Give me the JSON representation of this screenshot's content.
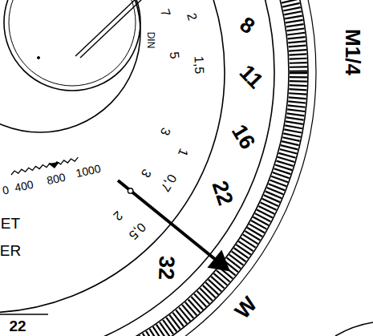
{
  "diagram": {
    "labels": [
      "2",
      "1,5",
      "7",
      "5",
      "DIN",
      "3",
      "1",
      "3",
      "0,7",
      "2",
      "0,5",
      "8",
      "11",
      "16",
      "22",
      "32",
      "M1/4",
      "W",
      "0",
      "400",
      "800",
      "1000",
      "ET",
      "ER",
      "22"
    ]
  }
}
